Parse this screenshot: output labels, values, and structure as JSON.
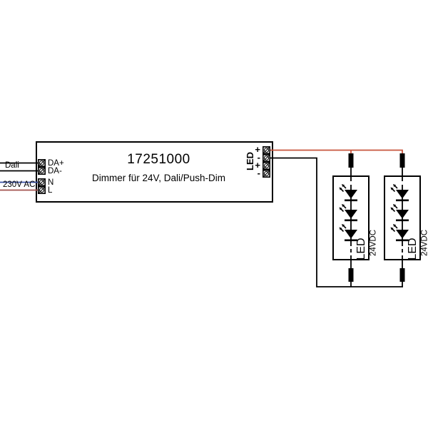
{
  "device": {
    "model": "17251000",
    "description": "Dimmer für 24V, Dali/Push-Dim",
    "output_label": "LED"
  },
  "left_terminals": {
    "dali_group_label": "Dali",
    "mains_group_label": "230V AC",
    "items": [
      {
        "label": "DA+"
      },
      {
        "label": "DA-"
      },
      {
        "label": "N"
      },
      {
        "label": "L"
      }
    ]
  },
  "right_terminals": {
    "items": [
      {
        "label": "+"
      },
      {
        "label": "-"
      },
      {
        "label": "+"
      },
      {
        "label": "-"
      }
    ]
  },
  "strips": [
    {
      "label": "LED",
      "voltage_label": "24VDC",
      "led_count": 3
    },
    {
      "label": "LED",
      "voltage_label": "24VDC",
      "led_count": 3
    }
  ],
  "colors": {
    "wire_black": "#000000",
    "wire_led_plus_red": "#c8553d",
    "wire_neutral_blue": "#3d55a6",
    "wire_line_brown": "#a3534e"
  }
}
